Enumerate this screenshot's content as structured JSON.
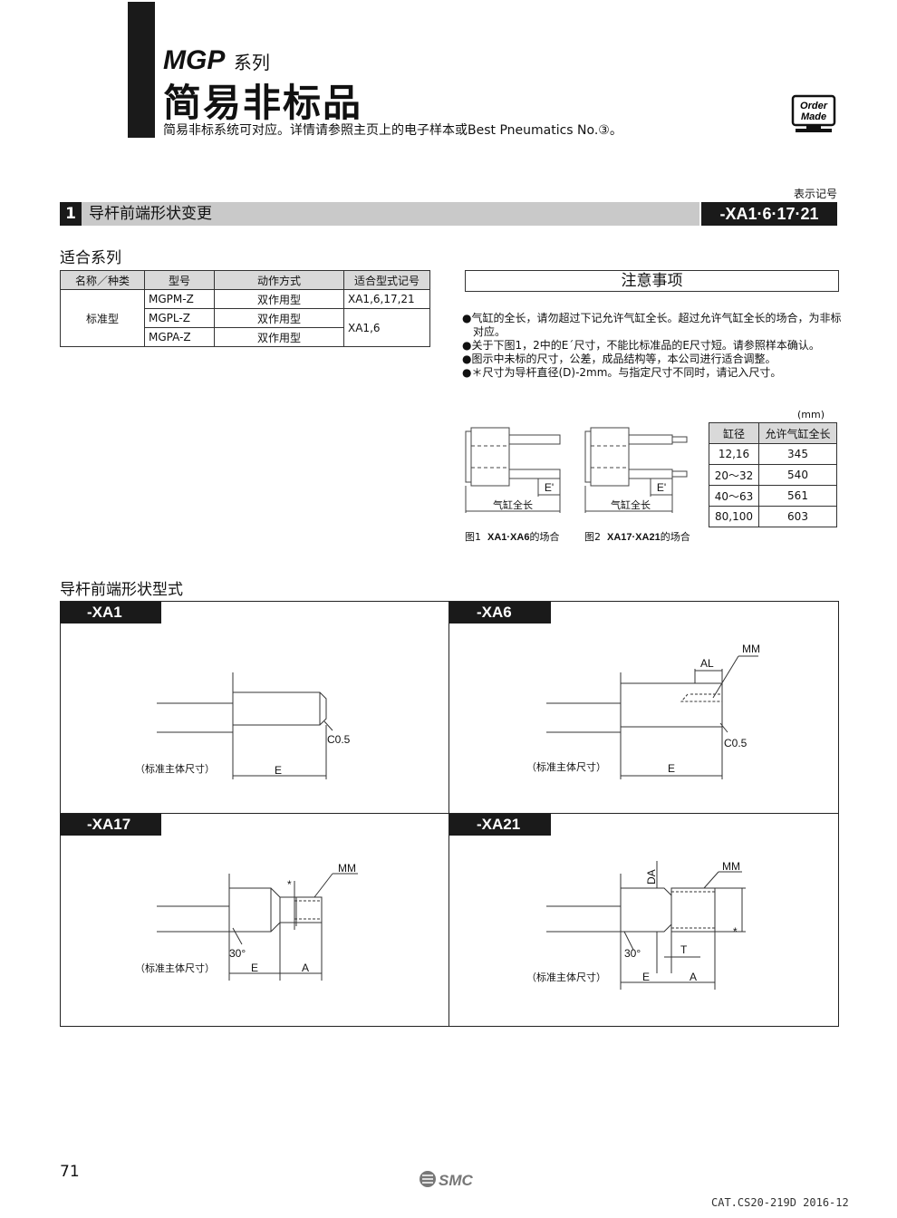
{
  "header": {
    "series_name": "MGP",
    "series_suffix": "系列",
    "page_title": "简易非标品",
    "subtitle": "简易非标系统可对应。详情请参照主页上的电子样本或Best Pneumatics No.③。",
    "badge_line1": "Order",
    "badge_line2": "Made"
  },
  "section": {
    "number": "1",
    "title": "导杆前端形状变更",
    "symbol_label": "表示记号",
    "symbol": "-XA1·6·17·21"
  },
  "applicable": {
    "heading": "适合系列",
    "columns": [
      "名称／种类",
      "型号",
      "动作方式",
      "适合型式记号"
    ],
    "category": "标准型",
    "rows": [
      {
        "model": "MGPM-Z",
        "action": "双作用型",
        "symbols": "XA1,6,17,21"
      },
      {
        "model": "MGPL-Z",
        "action": "双作用型",
        "symbols": "XA1,6"
      },
      {
        "model": "MGPA-Z",
        "action": "双作用型"
      }
    ]
  },
  "notes": {
    "heading": "注意事项",
    "items": [
      "●气缸的全长，请勿超过下记允许气缸全长。超过允许气缸全长的场合，为非标对应。",
      "●关于下图1，2中的E´尺寸，不能比标准品的E尺寸短。请参照样本确认。",
      "●图示中未标的尺寸，公差，成品结构等，本公司进行适合调整。",
      "●＊尺寸为导杆直径(D)-2mm。与指定尺寸不同时，请记入尺寸。"
    ]
  },
  "length_table": {
    "unit": "(mm)",
    "columns": [
      "缸径",
      "允许气缸全长"
    ],
    "rows": [
      [
        "12,16",
        "345"
      ],
      [
        "20～32",
        "540"
      ],
      [
        "40～63",
        "561"
      ],
      [
        "80,100",
        "603"
      ]
    ]
  },
  "figures": {
    "e_prime": "E'",
    "overall_length": "气缸全长",
    "fig1_prefix": "图1",
    "fig1_bold": "XA1·XA6",
    "fig1_suffix": "的场合",
    "fig2_prefix": "图2",
    "fig2_bold": "XA17·XA21",
    "fig2_suffix": "的场合"
  },
  "shapes": {
    "heading": "导杆前端形状型式",
    "std_size": "（标准主体尺寸）",
    "e": "E",
    "a": "A",
    "mm": "MM",
    "al": "AL",
    "da": "DA",
    "t": "T",
    "chamfer": "C0.5",
    "angle": "30°",
    "star": "*",
    "panels": [
      {
        "tab": "-XA1"
      },
      {
        "tab": "-XA6"
      },
      {
        "tab": "-XA17"
      },
      {
        "tab": "-XA21"
      }
    ]
  },
  "footer": {
    "page_number": "71",
    "brand": "SMC",
    "catalog": "CAT.CS20-219D 2016-12"
  }
}
